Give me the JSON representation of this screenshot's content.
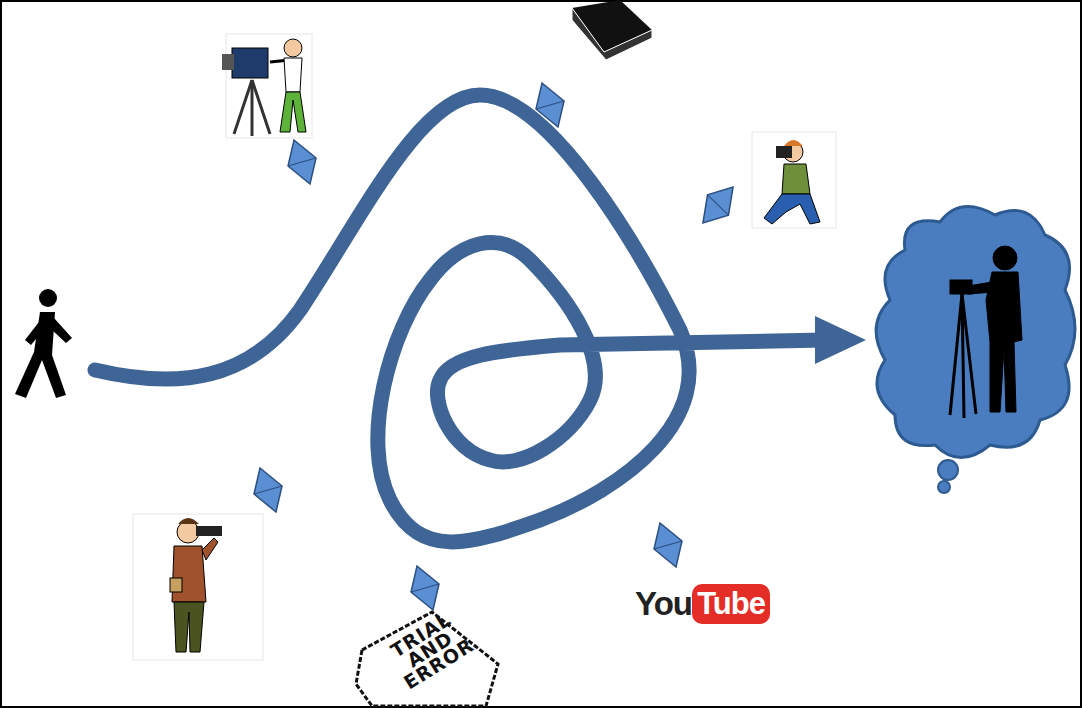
{
  "diagram": {
    "labels": [
      "TRIAL AND ERROR",
      "You",
      "Tube"
    ]
  }
}
